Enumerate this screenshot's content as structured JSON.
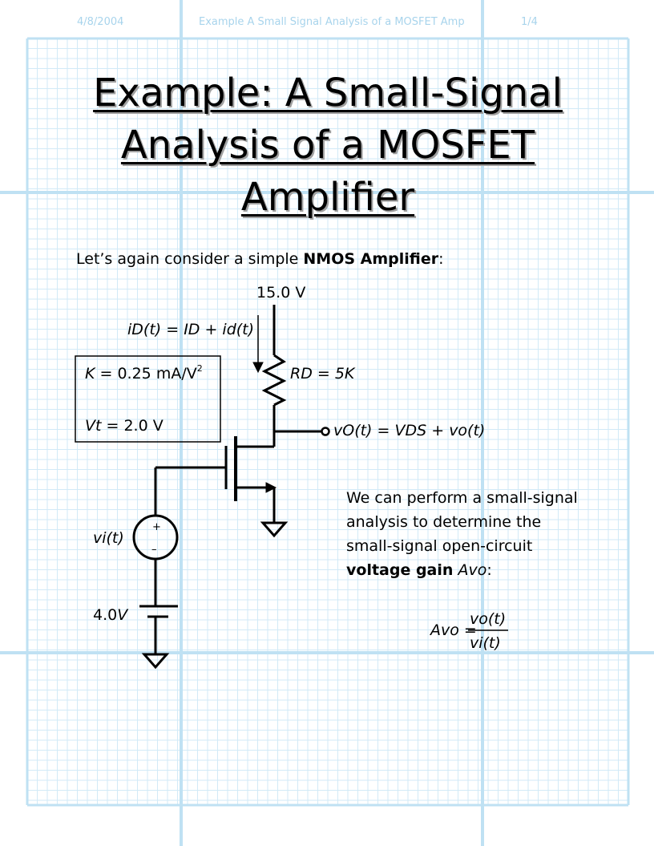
{
  "header": {
    "date": "4/8/2004",
    "doc_title": "Example A Small Signal Analysis of a MOSFET Amp",
    "page": "1/4"
  },
  "title": {
    "line1": "Example: A Small-Signal",
    "line2": "Analysis of a MOSFET",
    "line3": "Amplifier"
  },
  "intro": {
    "prefix": "Let’s again consider a simple ",
    "bold": "NMOS Amplifier",
    "suffix": ":"
  },
  "circuit": {
    "supply": "15.0 V",
    "drain_current": {
      "lhs": "iD(t)",
      "rhs1": "ID",
      "rhs2": "id(t)"
    },
    "params": {
      "K_label": "K",
      "K_value": "0.25 mA/V",
      "K_exp": "2",
      "Vt_label": "Vt",
      "Vt_value": "2.0 V"
    },
    "resistor": {
      "label": "RD",
      "value": "5K"
    },
    "output": {
      "lhs": "vO(t)",
      "rhs1": "VDS",
      "rhs2": "vo(t)"
    },
    "source": {
      "label": "vi(t)",
      "plus": "+",
      "minus": "–"
    },
    "battery": "4.0"
  },
  "description": {
    "line1": "We can perform a small-signal",
    "line2": "analysis to determine the",
    "line3": "small-signal open-circuit",
    "line4_bold": "voltage gain",
    "line4_symbol": "Avo",
    "line4_suffix": ":"
  },
  "gain_equation": {
    "lhs": "Avo",
    "numerator": "vo(t)",
    "denominator": "vi(t)"
  },
  "colors": {
    "grid_fine": "#d2eaf7",
    "grid_major": "#bfe1f3",
    "header_text": "#a8d4ec"
  }
}
